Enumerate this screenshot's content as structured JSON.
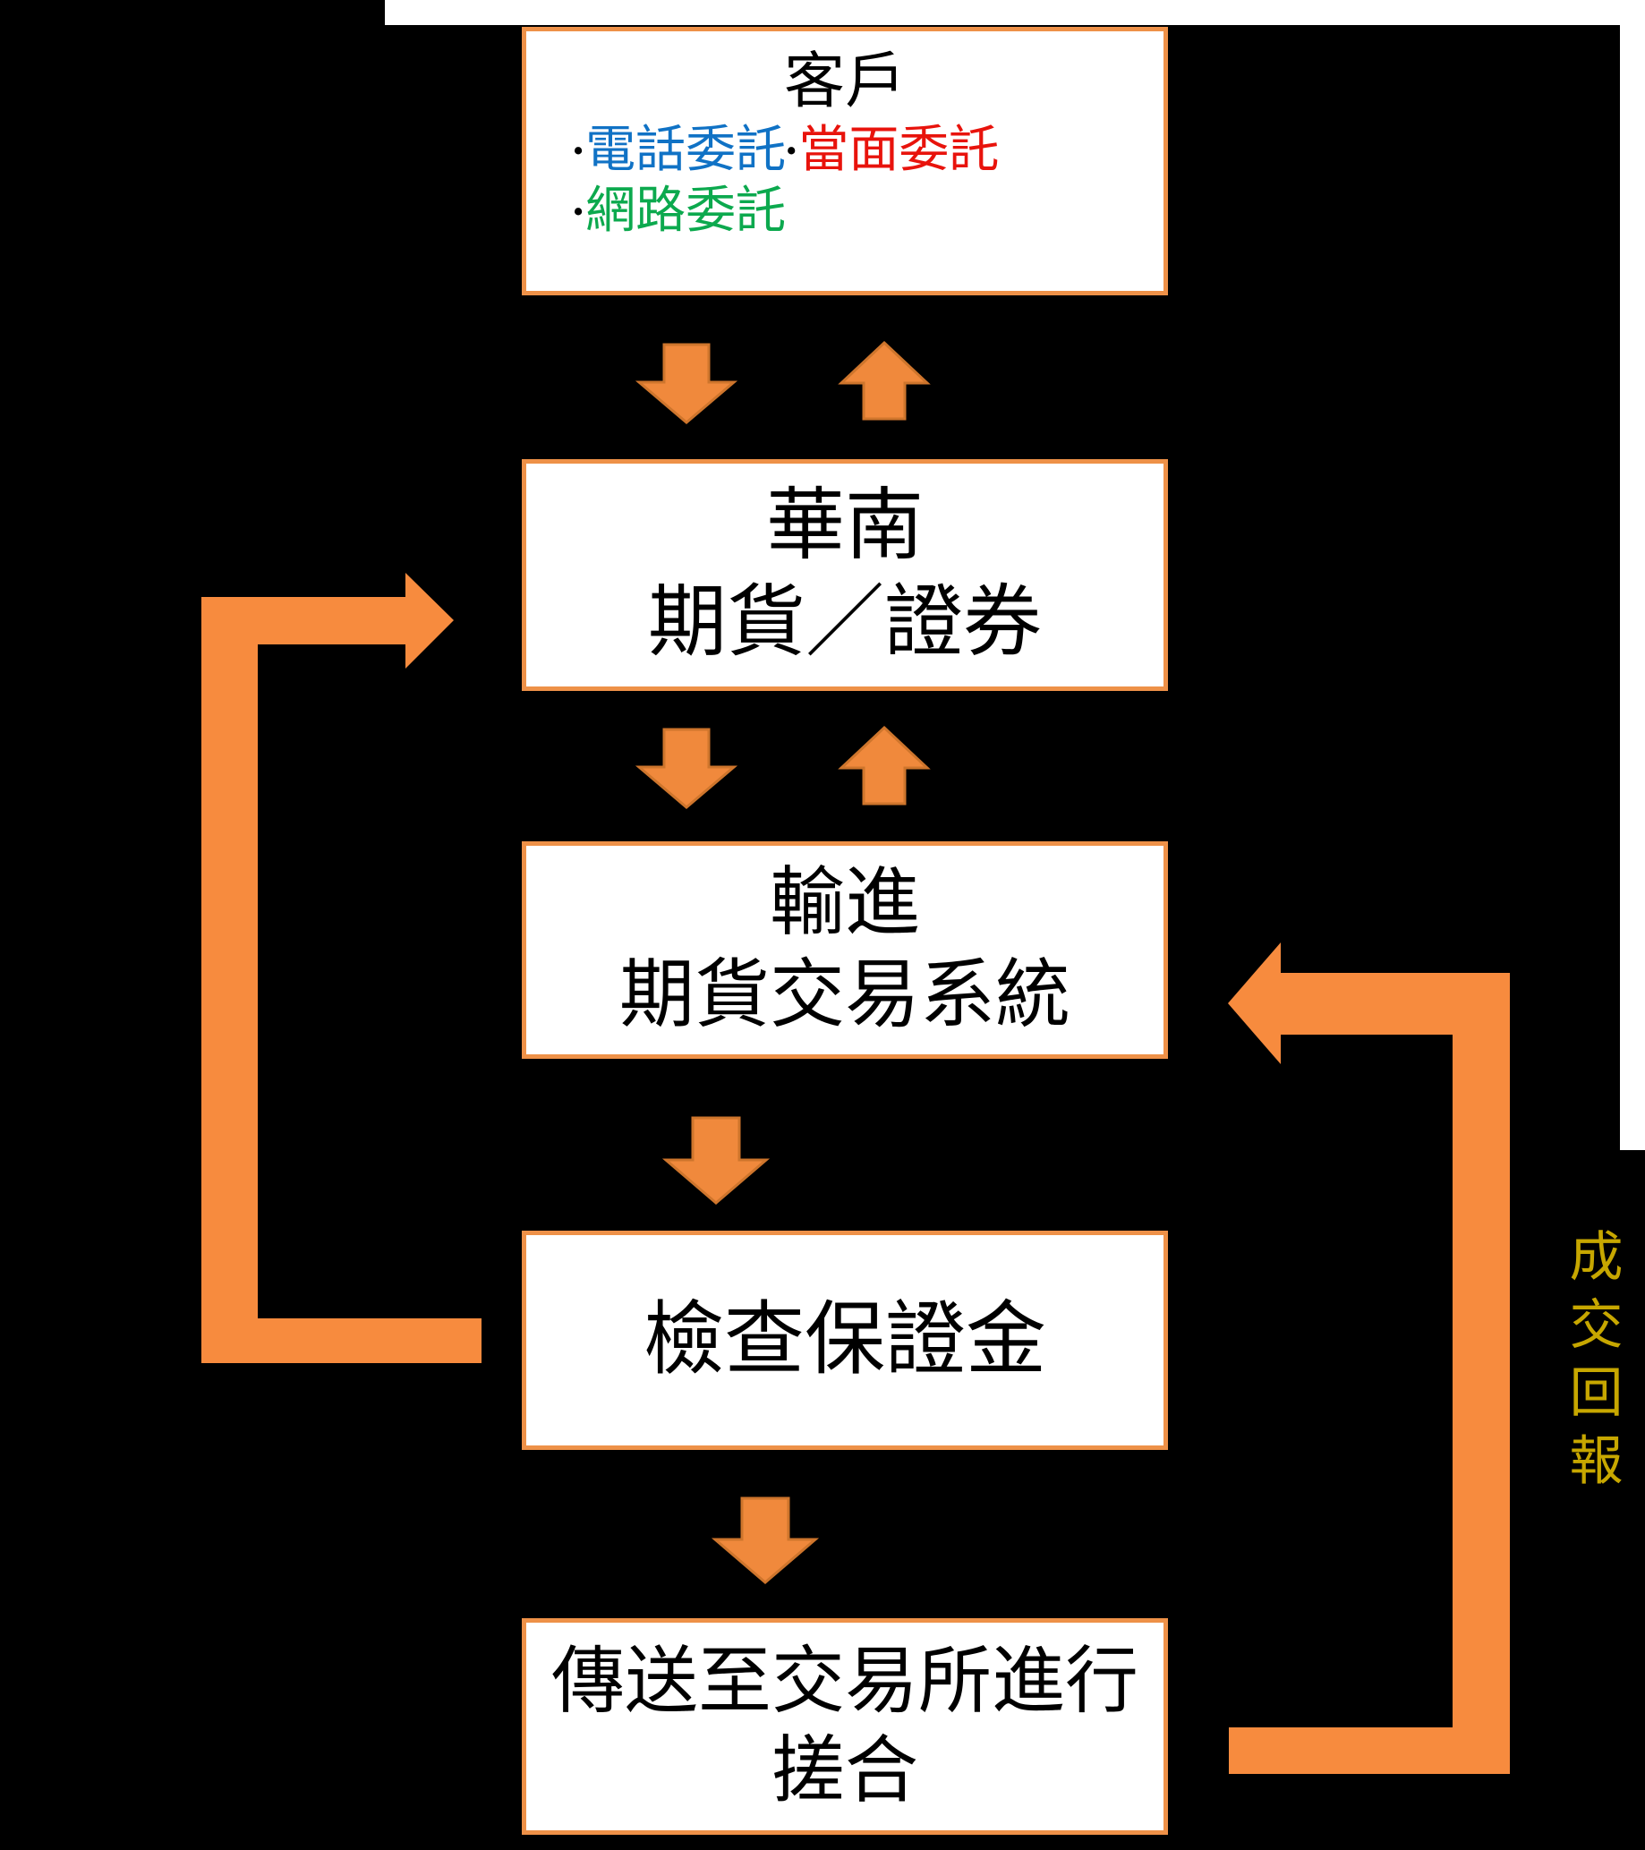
{
  "diagram": {
    "boxes": [
      {
        "id": "customer",
        "title": "客戶",
        "bullet_items": [
          {
            "bullet": "•",
            "text": "電話委託",
            "color": "#1072C5"
          },
          {
            "bullet": "•",
            "text": "當面委託",
            "color": "#E8130C"
          },
          {
            "bullet": "•",
            "text": "網路委託",
            "color": "#0CA94E"
          }
        ]
      },
      {
        "id": "huanan",
        "lines": [
          "華南",
          "期貨／證券"
        ]
      },
      {
        "id": "input",
        "lines": [
          "輸進",
          "期貨交易系統"
        ]
      },
      {
        "id": "margin",
        "lines": [
          "檢查保證金"
        ]
      },
      {
        "id": "exchange",
        "lines": [
          "傳送至交易所進行",
          "搓合"
        ]
      }
    ],
    "side_label": {
      "text": "成交回報",
      "color": "#C7A700"
    },
    "colors": {
      "background": "#000000",
      "box_fill": "#FFFFFF",
      "box_border": "#EE9148",
      "arrow_fill": "#F0893C",
      "arrow_stroke": "#CE752C",
      "loop_fill": "#F78B3E"
    }
  }
}
